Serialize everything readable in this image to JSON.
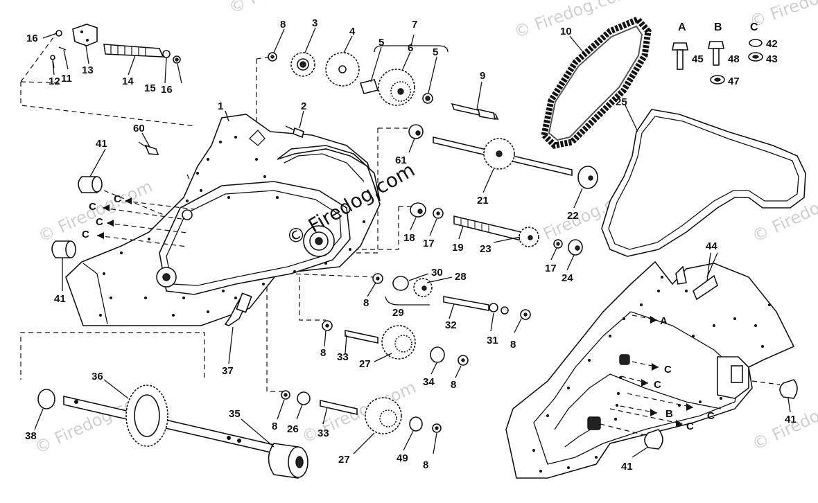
{
  "watermarks": [
    "© Firedog.com",
    "© Firedog.com",
    "© Firedog.com",
    "© Firedog.com",
    "© Firedog.com",
    "© Firedog.com",
    "© Firedog.com",
    "© Firedog.com",
    "© Firedog.com"
  ],
  "center_watermark": "© Firedog.com",
  "legend": {
    "col_a": "A",
    "col_b": "B",
    "col_c": "C",
    "a_num": "45",
    "b_num": "48",
    "c_top": "42",
    "c_bot": "43",
    "b_bot": "47"
  },
  "callouts": {
    "c1": "1",
    "c2": "2",
    "c3": "3",
    "c4": "4",
    "c5a": "5",
    "c5b": "5",
    "c6": "6",
    "c7": "7",
    "c8a": "8",
    "c8b": "8",
    "c8c": "8",
    "c8d": "8",
    "c8e": "8",
    "c8f": "8",
    "c8g": "8",
    "c9": "9",
    "c10": "10",
    "c11": "11",
    "c12": "12",
    "c13": "13",
    "c14": "14",
    "c15": "15",
    "c16a": "16",
    "c16b": "16",
    "c17a": "17",
    "c17b": "17",
    "c18": "18",
    "c19": "19",
    "c21": "21",
    "c22": "22",
    "c23": "23",
    "c24": "24",
    "c25": "25",
    "c26": "26",
    "c27a": "27",
    "c27b": "27",
    "c28": "28",
    "c29": "29",
    "c30": "30",
    "c31": "31",
    "c32": "32",
    "c33a": "33",
    "c33b": "33",
    "c34": "34",
    "c35": "35",
    "c36": "36",
    "c37": "37",
    "c38": "38",
    "c41a": "41",
    "c41b": "41",
    "c41c": "41",
    "c41d": "41",
    "c44": "44",
    "c49": "49",
    "c60": "60",
    "c61": "61"
  },
  "arrow_letters": {
    "left1": "C",
    "left2": "C",
    "left3": "C",
    "left4": "C",
    "right_a": "A",
    "right_c1": "C",
    "right_c2": "C",
    "right_c3": "C",
    "right_b": "B",
    "right_c4": "C"
  }
}
